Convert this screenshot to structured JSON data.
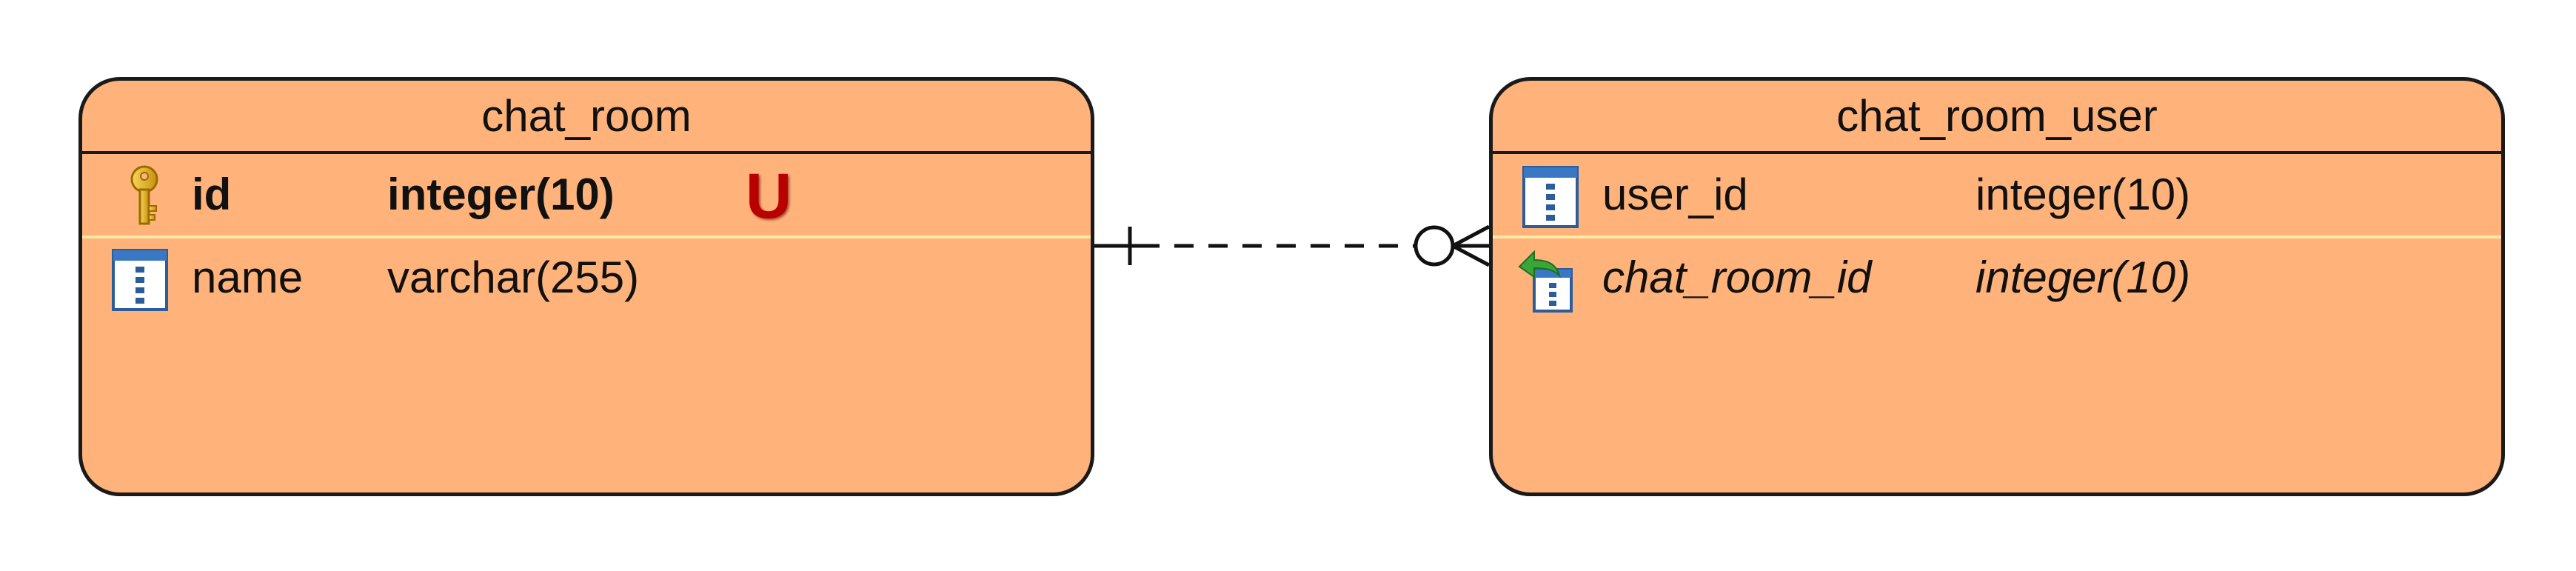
{
  "diagram": {
    "entities": [
      {
        "name": "chat_room",
        "attributes": [
          {
            "name": "id",
            "type": "integer(10)",
            "key": "primary",
            "icon": "primary-key-icon",
            "unique_label": "U"
          },
          {
            "name": "name",
            "type": "varchar(255)",
            "key": "none",
            "icon": "column-icon"
          }
        ]
      },
      {
        "name": "chat_room_user",
        "attributes": [
          {
            "name": "user_id",
            "type": "integer(10)",
            "key": "none",
            "icon": "column-icon"
          },
          {
            "name": "chat_room_id",
            "type": "integer(10)",
            "key": "foreign",
            "icon": "foreign-key-icon"
          }
        ]
      }
    ],
    "relationship": {
      "from": "chat_room",
      "to": "chat_room_user",
      "from_cardinality": "exactly-one",
      "to_cardinality": "zero-or-many",
      "line_style": "dashed"
    },
    "colors": {
      "entity_fill": "#ffb27a",
      "border": "#1a1a1a",
      "unique_marker": "#b80000",
      "pk_separator": "#ffe9a8"
    }
  }
}
